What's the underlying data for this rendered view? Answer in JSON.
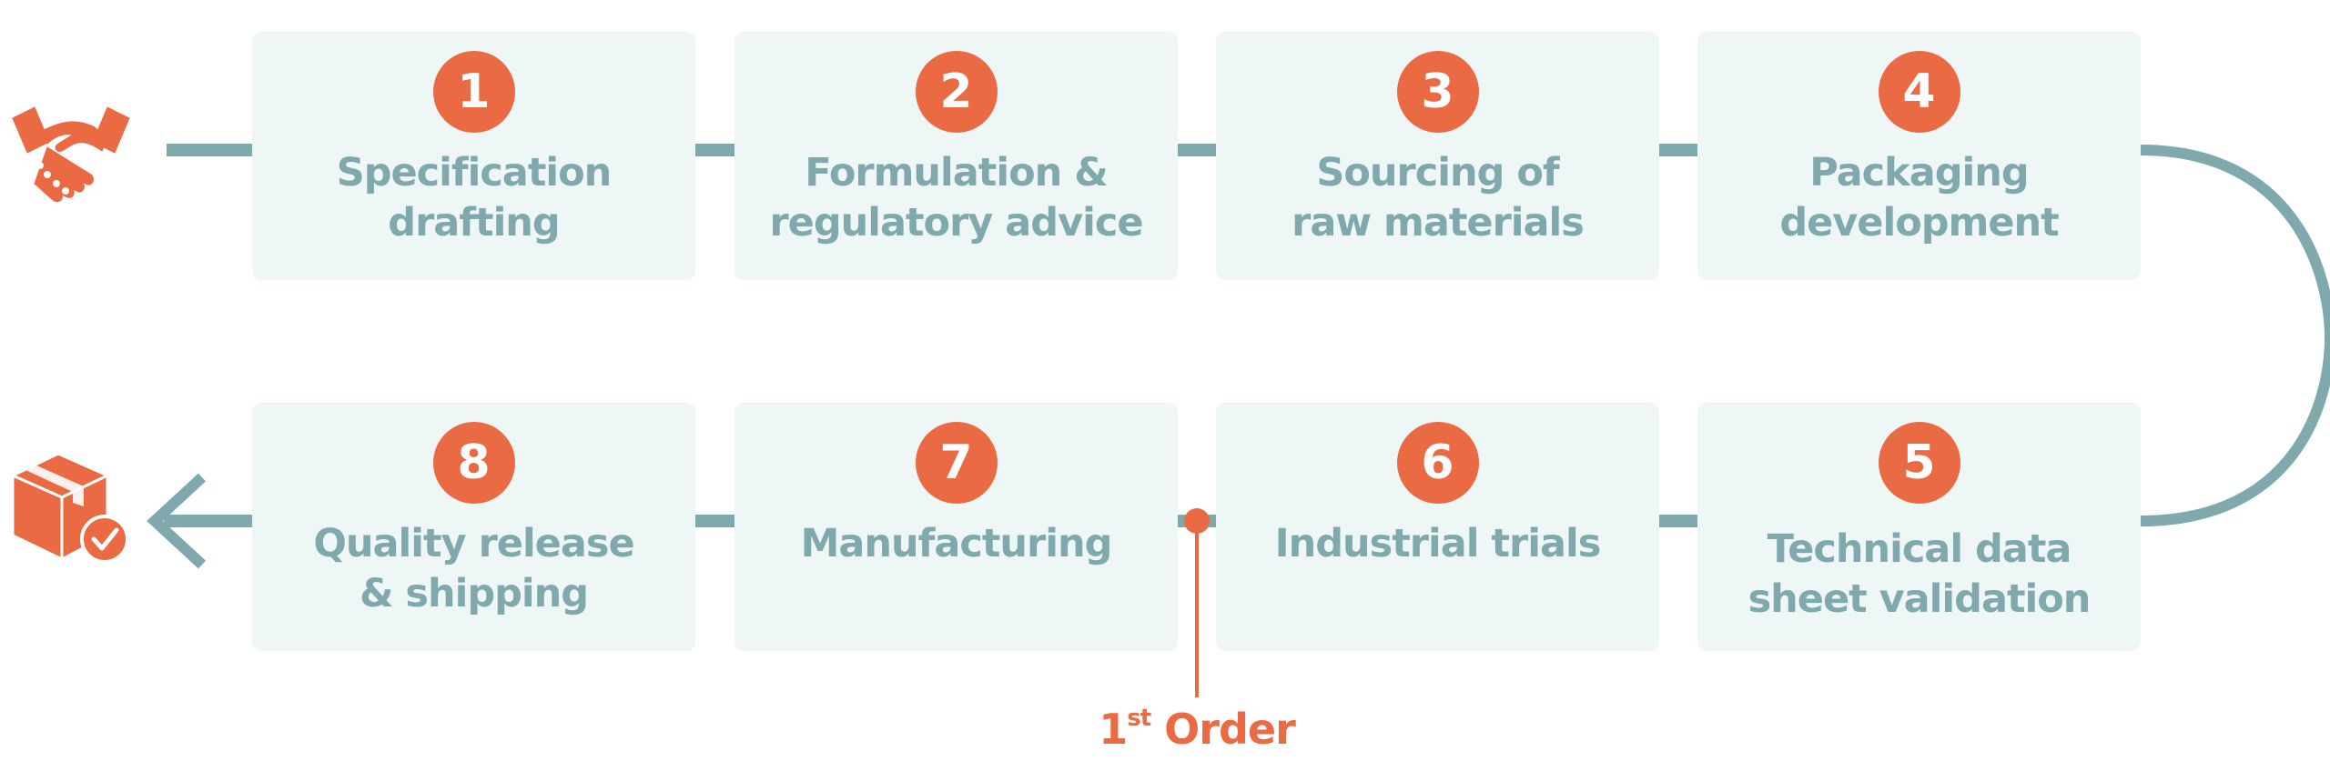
{
  "steps": [
    {
      "number": "1",
      "lines": [
        "Specification",
        "drafting"
      ]
    },
    {
      "number": "2",
      "lines": [
        "Formulation &",
        "regulatory advice"
      ]
    },
    {
      "number": "3",
      "lines": [
        "Sourcing of",
        "raw materials"
      ]
    },
    {
      "number": "4",
      "lines": [
        "Packaging",
        "development"
      ]
    },
    {
      "number": "5",
      "lines": [
        "Technical data",
        "sheet validation"
      ]
    },
    {
      "number": "6",
      "lines": [
        "Industrial trials"
      ]
    },
    {
      "number": "7",
      "lines": [
        "Manufacturing"
      ]
    },
    {
      "number": "8",
      "lines": [
        "Quality release",
        "& shipping"
      ]
    }
  ],
  "milestone": {
    "number": "1",
    "suffix": "st",
    "text": "Order"
  },
  "icons": {
    "start": "handshake-icon",
    "end": "package-delivered-icon",
    "arrow": "arrow-left-icon"
  },
  "colors": {
    "accent": "#e96a43",
    "teal": "#7fa9ad",
    "card": "#eff7f6"
  }
}
